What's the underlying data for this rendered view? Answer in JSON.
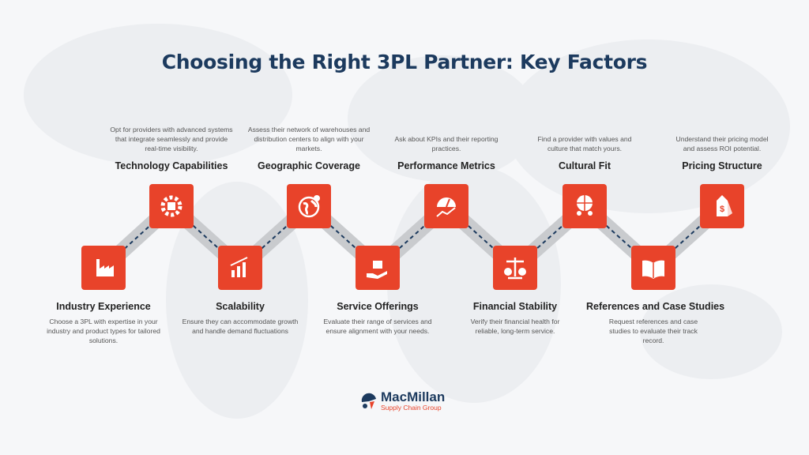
{
  "title": "Choosing the Right 3PL Partner: Key Factors",
  "colors": {
    "accent": "#e8432a",
    "navy": "#1c3a5e",
    "band": "#c9cbce"
  },
  "factors": [
    {
      "title": "Industry Experience",
      "desc": "Choose a 3PL with expertise in your industry and product types for tailored solutions.",
      "icon": "factory-icon"
    },
    {
      "title": "Technology Capabilities",
      "desc": "Opt for providers with advanced systems that integrate seamlessly and provide real-time visibility.",
      "icon": "gear-chip-icon"
    },
    {
      "title": "Scalability",
      "desc": "Ensure they can accommodate growth and handle demand fluctuations",
      "icon": "growth-chart-icon"
    },
    {
      "title": "Geographic Coverage",
      "desc": "Assess their network of warehouses and distribution centers to align with your markets.",
      "icon": "globe-pin-icon"
    },
    {
      "title": "Service Offerings",
      "desc": "Evaluate their range of services and ensure alignment with your needs.",
      "icon": "hand-box-icon"
    },
    {
      "title": "Performance Metrics",
      "desc": "Ask about KPIs and their reporting practices.",
      "icon": "gauge-icon"
    },
    {
      "title": "Financial Stability",
      "desc": "Verify their financial health for reliable, long-term service.",
      "icon": "balance-scale-icon"
    },
    {
      "title": "Cultural Fit",
      "desc": "Find a provider with values and culture that match yours.",
      "icon": "puzzle-people-icon"
    },
    {
      "title": "References and Case Studies",
      "desc": "Request references and case studies to evaluate their track record.",
      "icon": "open-book-icon"
    },
    {
      "title": "Pricing Structure",
      "desc": "Understand their pricing model and assess ROI potential.",
      "icon": "price-tag-icon"
    }
  ],
  "logo": {
    "name": "MacMillan",
    "tagline": "Supply Chain Group"
  }
}
